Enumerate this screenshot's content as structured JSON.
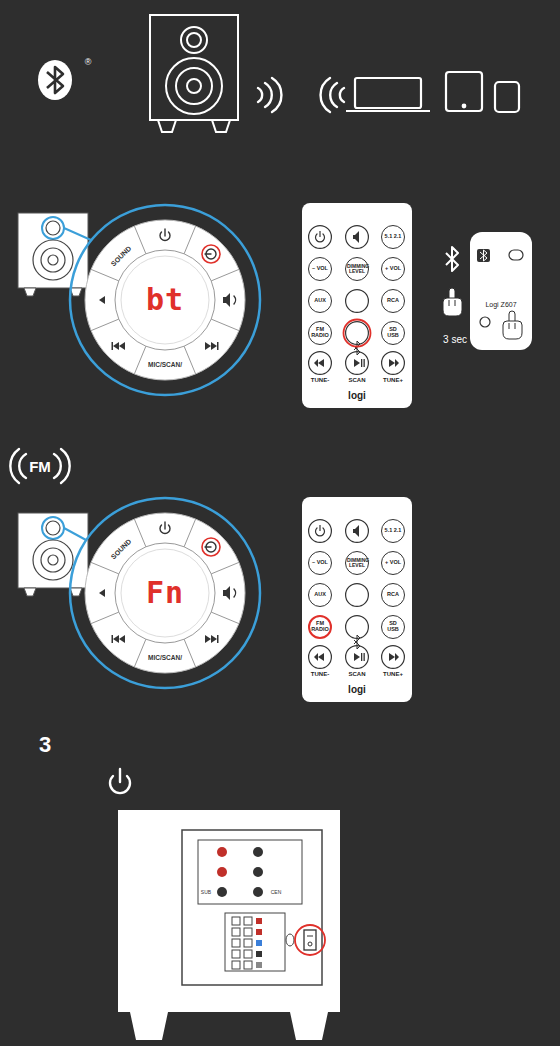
{
  "diagram": {
    "nodes": [
      {
        "text": [
          "SOUND",
          "bt",
          "MIC/SCAN/"
        ]
      },
      {
        "text": [
          "logi"
        ]
      },
      {
        "text": [
          "5.1 2.1"
        ],
        "in": 1
      },
      {
        "text": [
          "– VOL"
        ],
        "in": 1
      },
      {
        "text": [
          "DIMMING LEVEL"
        ],
        "in": 1
      },
      {
        "text": [
          "+ VOL"
        ],
        "in": 1
      },
      {
        "text": [
          "AUX"
        ],
        "in": 1
      },
      {
        "text": [
          "RCA"
        ],
        "in": 1
      },
      {
        "text": [
          "FM RADIO"
        ],
        "in": 1
      },
      {
        "text": [
          "SD USB"
        ],
        "in": 1
      },
      {
        "text": [
          "Logi Z607"
        ]
      },
      {
        "text": [
          "SOUND",
          "Fn",
          "MIC/SCAN/"
        ]
      },
      {
        "text": [
          "logi"
        ]
      },
      {
        "text": [
          "5.1 2.1"
        ],
        "in": 12
      },
      {
        "text": [
          "– VOL"
        ],
        "in": 12
      },
      {
        "text": [
          "DIMMING LEVEL"
        ],
        "in": 12
      },
      {
        "text": [
          "+ VOL"
        ],
        "in": 12
      },
      {
        "text": [
          "AUX"
        ],
        "in": 12
      },
      {
        "text": [
          "RCA"
        ],
        "in": 12
      },
      {
        "text": [
          "FM RADIO"
        ],
        "in": 12
      },
      {
        "text": [
          "SD USB"
        ],
        "in": 12
      }
    ],
    "labels": [
      "®",
      "3 sec",
      "TUNE-",
      "SCAN",
      "TUNE+",
      "FM",
      "TUNE-",
      "SCAN",
      "TUNE+",
      "3",
      "SUB",
      "CEN"
    ]
  }
}
